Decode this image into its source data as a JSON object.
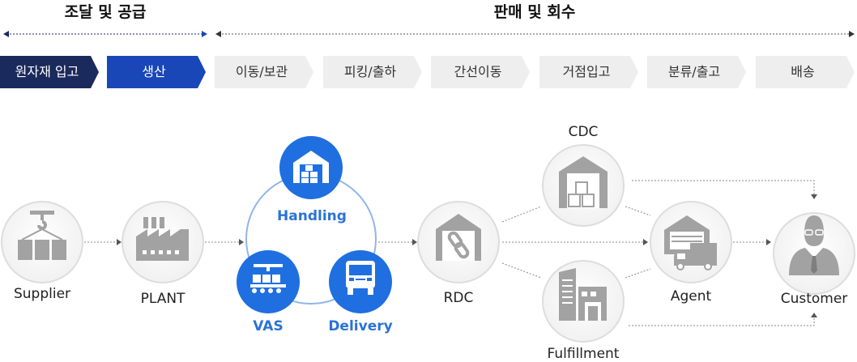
{
  "headers": {
    "procurement": "조달 및 공급",
    "sales": "판매 및 회수"
  },
  "stages": [
    {
      "label": "원자재 입고",
      "variant": "dark"
    },
    {
      "label": "생산",
      "variant": "blue"
    },
    {
      "label": "이동/보관",
      "variant": "light"
    },
    {
      "label": "피킹/출하",
      "variant": "light"
    },
    {
      "label": "간선이동",
      "variant": "light"
    },
    {
      "label": "거점입고",
      "variant": "light"
    },
    {
      "label": "분류/출고",
      "variant": "light"
    },
    {
      "label": "배송",
      "variant": "light"
    }
  ],
  "nodes": {
    "supplier": "Supplier",
    "plant": "PLANT",
    "handling": "Handling",
    "vas": "VAS",
    "delivery": "Delivery",
    "rdc": "RDC",
    "cdc": "CDC",
    "fulfillment": "Fulfillment",
    "agent": "Agent",
    "customer": "Customer"
  },
  "colors": {
    "dark_navy": "#1b2a5c",
    "blue": "#1a47b8",
    "light_stage": "#eeeeee",
    "accent_blue": "#2b73d6",
    "icon_gray": "#9c9c9c",
    "node_border": "#dddddd"
  }
}
